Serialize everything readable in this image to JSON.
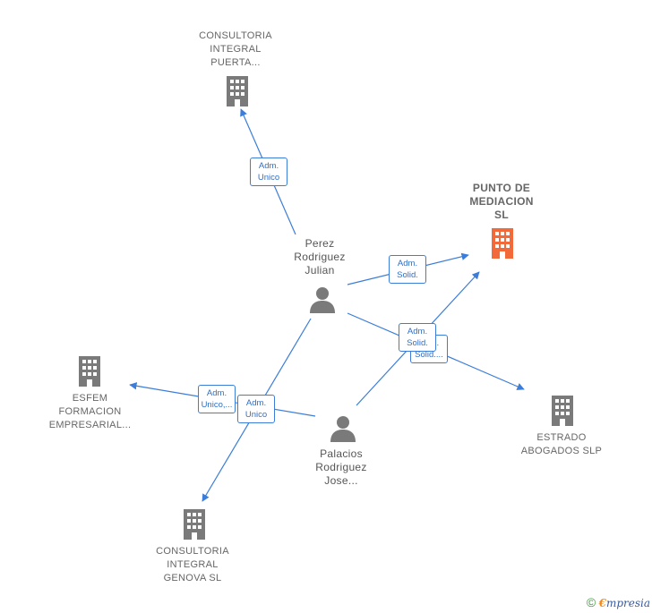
{
  "colors": {
    "edge": "#3b7dd8",
    "node_gray": "#7a7a7a",
    "node_focus": "#f26a3a"
  },
  "nodes": {
    "consultoria_puerta": {
      "label": "CONSULTORIA\nINTEGRAL\nPUERTA...",
      "icon": "building-icon"
    },
    "punto_mediacion": {
      "label": "PUNTO DE\nMEDIACION\nSL",
      "icon": "building-icon"
    },
    "perez_rodriguez": {
      "label": "Perez\nRodriguez\nJulian",
      "icon": "person-icon"
    },
    "esfem": {
      "label": "ESFEM\nFORMACION\nEMPRESARIAL...",
      "icon": "building-icon"
    },
    "estrado": {
      "label": "ESTRADO\nABOGADOS  SLP",
      "icon": "building-icon"
    },
    "palacios_rodriguez": {
      "label": "Palacios\nRodriguez\nJose...",
      "icon": "person-icon"
    },
    "consultoria_genova": {
      "label": "CONSULTORIA\nINTEGRAL\nGENOVA  SL",
      "icon": "building-icon"
    }
  },
  "edges": [
    {
      "from": "perez_rodriguez",
      "to": "consultoria_puerta",
      "label": "Adm.\nUnico"
    },
    {
      "from": "perez_rodriguez",
      "to": "punto_mediacion",
      "label": "Adm.\nSolid."
    },
    {
      "from": "perez_rodriguez",
      "to": "estrado",
      "label": "Adm.\nSolid...."
    },
    {
      "from": "palacios_rodriguez",
      "to": "punto_mediacion",
      "label": "Adm.\nSolid."
    },
    {
      "from": "palacios_rodriguez",
      "to": "esfem",
      "label": "Adm.\nUnico,..."
    },
    {
      "from": "perez_rodriguez",
      "to": "consultoria_genova",
      "label": "Adm.\nUnico"
    }
  ],
  "footer": {
    "copyright": "©",
    "brand_initial": "€",
    "brand_rest": "mpresia"
  }
}
